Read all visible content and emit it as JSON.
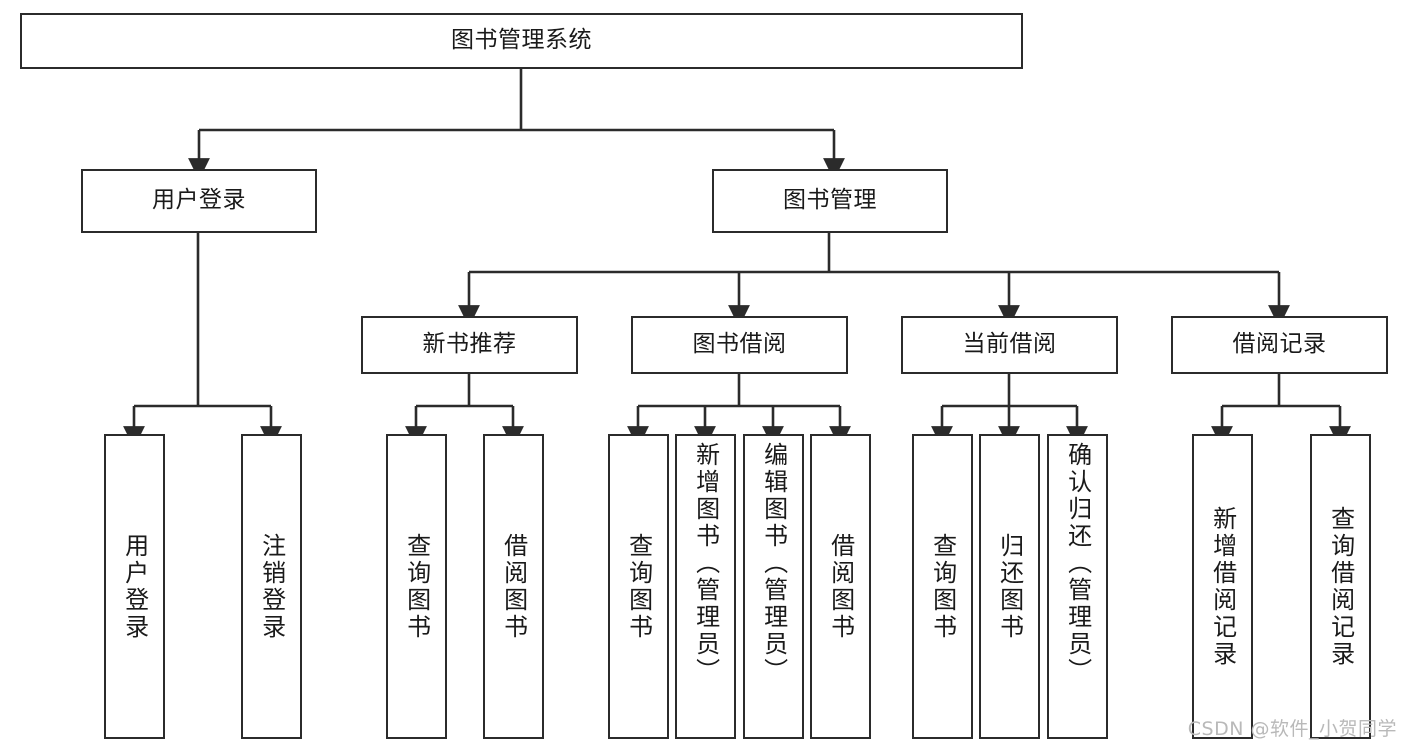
{
  "diagram": {
    "title": "图书管理系统",
    "type": "tree",
    "watermark": "CSDN @软件_小贺同学",
    "colors": {
      "box_border": "#2b2b2b",
      "box_fill": "#ffffff",
      "edge": "#2b2b2b",
      "text": "#1a1a1a",
      "watermark": "#b9b9b9",
      "background": "#ffffff"
    },
    "nodes": {
      "root": {
        "label": "图书管理系统",
        "level": 0
      },
      "user_login": {
        "label": "用户登录",
        "level": 1
      },
      "book_manage": {
        "label": "图书管理",
        "level": 1
      },
      "new_book_rec": {
        "label": "新书推荐",
        "level": 2
      },
      "book_borrow": {
        "label": "图书借阅",
        "level": 2
      },
      "current_borrow": {
        "label": "当前借阅",
        "level": 2
      },
      "borrow_record": {
        "label": "借阅记录",
        "level": 2
      },
      "leaf_user_login": {
        "label": "用户登录",
        "level": 3
      },
      "leaf_user_logout": {
        "label": "注销登录",
        "level": 3
      },
      "leaf_rec_query": {
        "label": "查询图书",
        "level": 3
      },
      "leaf_rec_borrow": {
        "label": "借阅图书",
        "level": 3
      },
      "leaf_borrow_query": {
        "label": "查询图书",
        "level": 3
      },
      "leaf_borrow_add": {
        "label": "新增图书（管理员）",
        "level": 3
      },
      "leaf_borrow_edit": {
        "label": "编辑图书（管理员）",
        "level": 3
      },
      "leaf_borrow_do": {
        "label": "借阅图书",
        "level": 3
      },
      "leaf_cur_query": {
        "label": "查询图书",
        "level": 3
      },
      "leaf_cur_return": {
        "label": "归还图书",
        "level": 3
      },
      "leaf_cur_confirm": {
        "label": "确认归还（管理员）",
        "level": 3
      },
      "leaf_rec_add": {
        "label": "新增借阅记录",
        "level": 3
      },
      "leaf_rec_query2": {
        "label": "查询借阅记录",
        "level": 3
      }
    },
    "edges": [
      {
        "from": "root",
        "to": "user_login"
      },
      {
        "from": "root",
        "to": "book_manage"
      },
      {
        "from": "book_manage",
        "to": "new_book_rec"
      },
      {
        "from": "book_manage",
        "to": "book_borrow"
      },
      {
        "from": "book_manage",
        "to": "current_borrow"
      },
      {
        "from": "book_manage",
        "to": "borrow_record"
      },
      {
        "from": "user_login",
        "to": "leaf_user_login"
      },
      {
        "from": "user_login",
        "to": "leaf_user_logout"
      },
      {
        "from": "new_book_rec",
        "to": "leaf_rec_query"
      },
      {
        "from": "new_book_rec",
        "to": "leaf_rec_borrow"
      },
      {
        "from": "book_borrow",
        "to": "leaf_borrow_query"
      },
      {
        "from": "book_borrow",
        "to": "leaf_borrow_add"
      },
      {
        "from": "book_borrow",
        "to": "leaf_borrow_edit"
      },
      {
        "from": "book_borrow",
        "to": "leaf_borrow_do"
      },
      {
        "from": "current_borrow",
        "to": "leaf_cur_query"
      },
      {
        "from": "current_borrow",
        "to": "leaf_cur_return"
      },
      {
        "from": "current_borrow",
        "to": "leaf_cur_confirm"
      },
      {
        "from": "borrow_record",
        "to": "leaf_rec_add"
      },
      {
        "from": "borrow_record",
        "to": "leaf_rec_query2"
      }
    ]
  }
}
